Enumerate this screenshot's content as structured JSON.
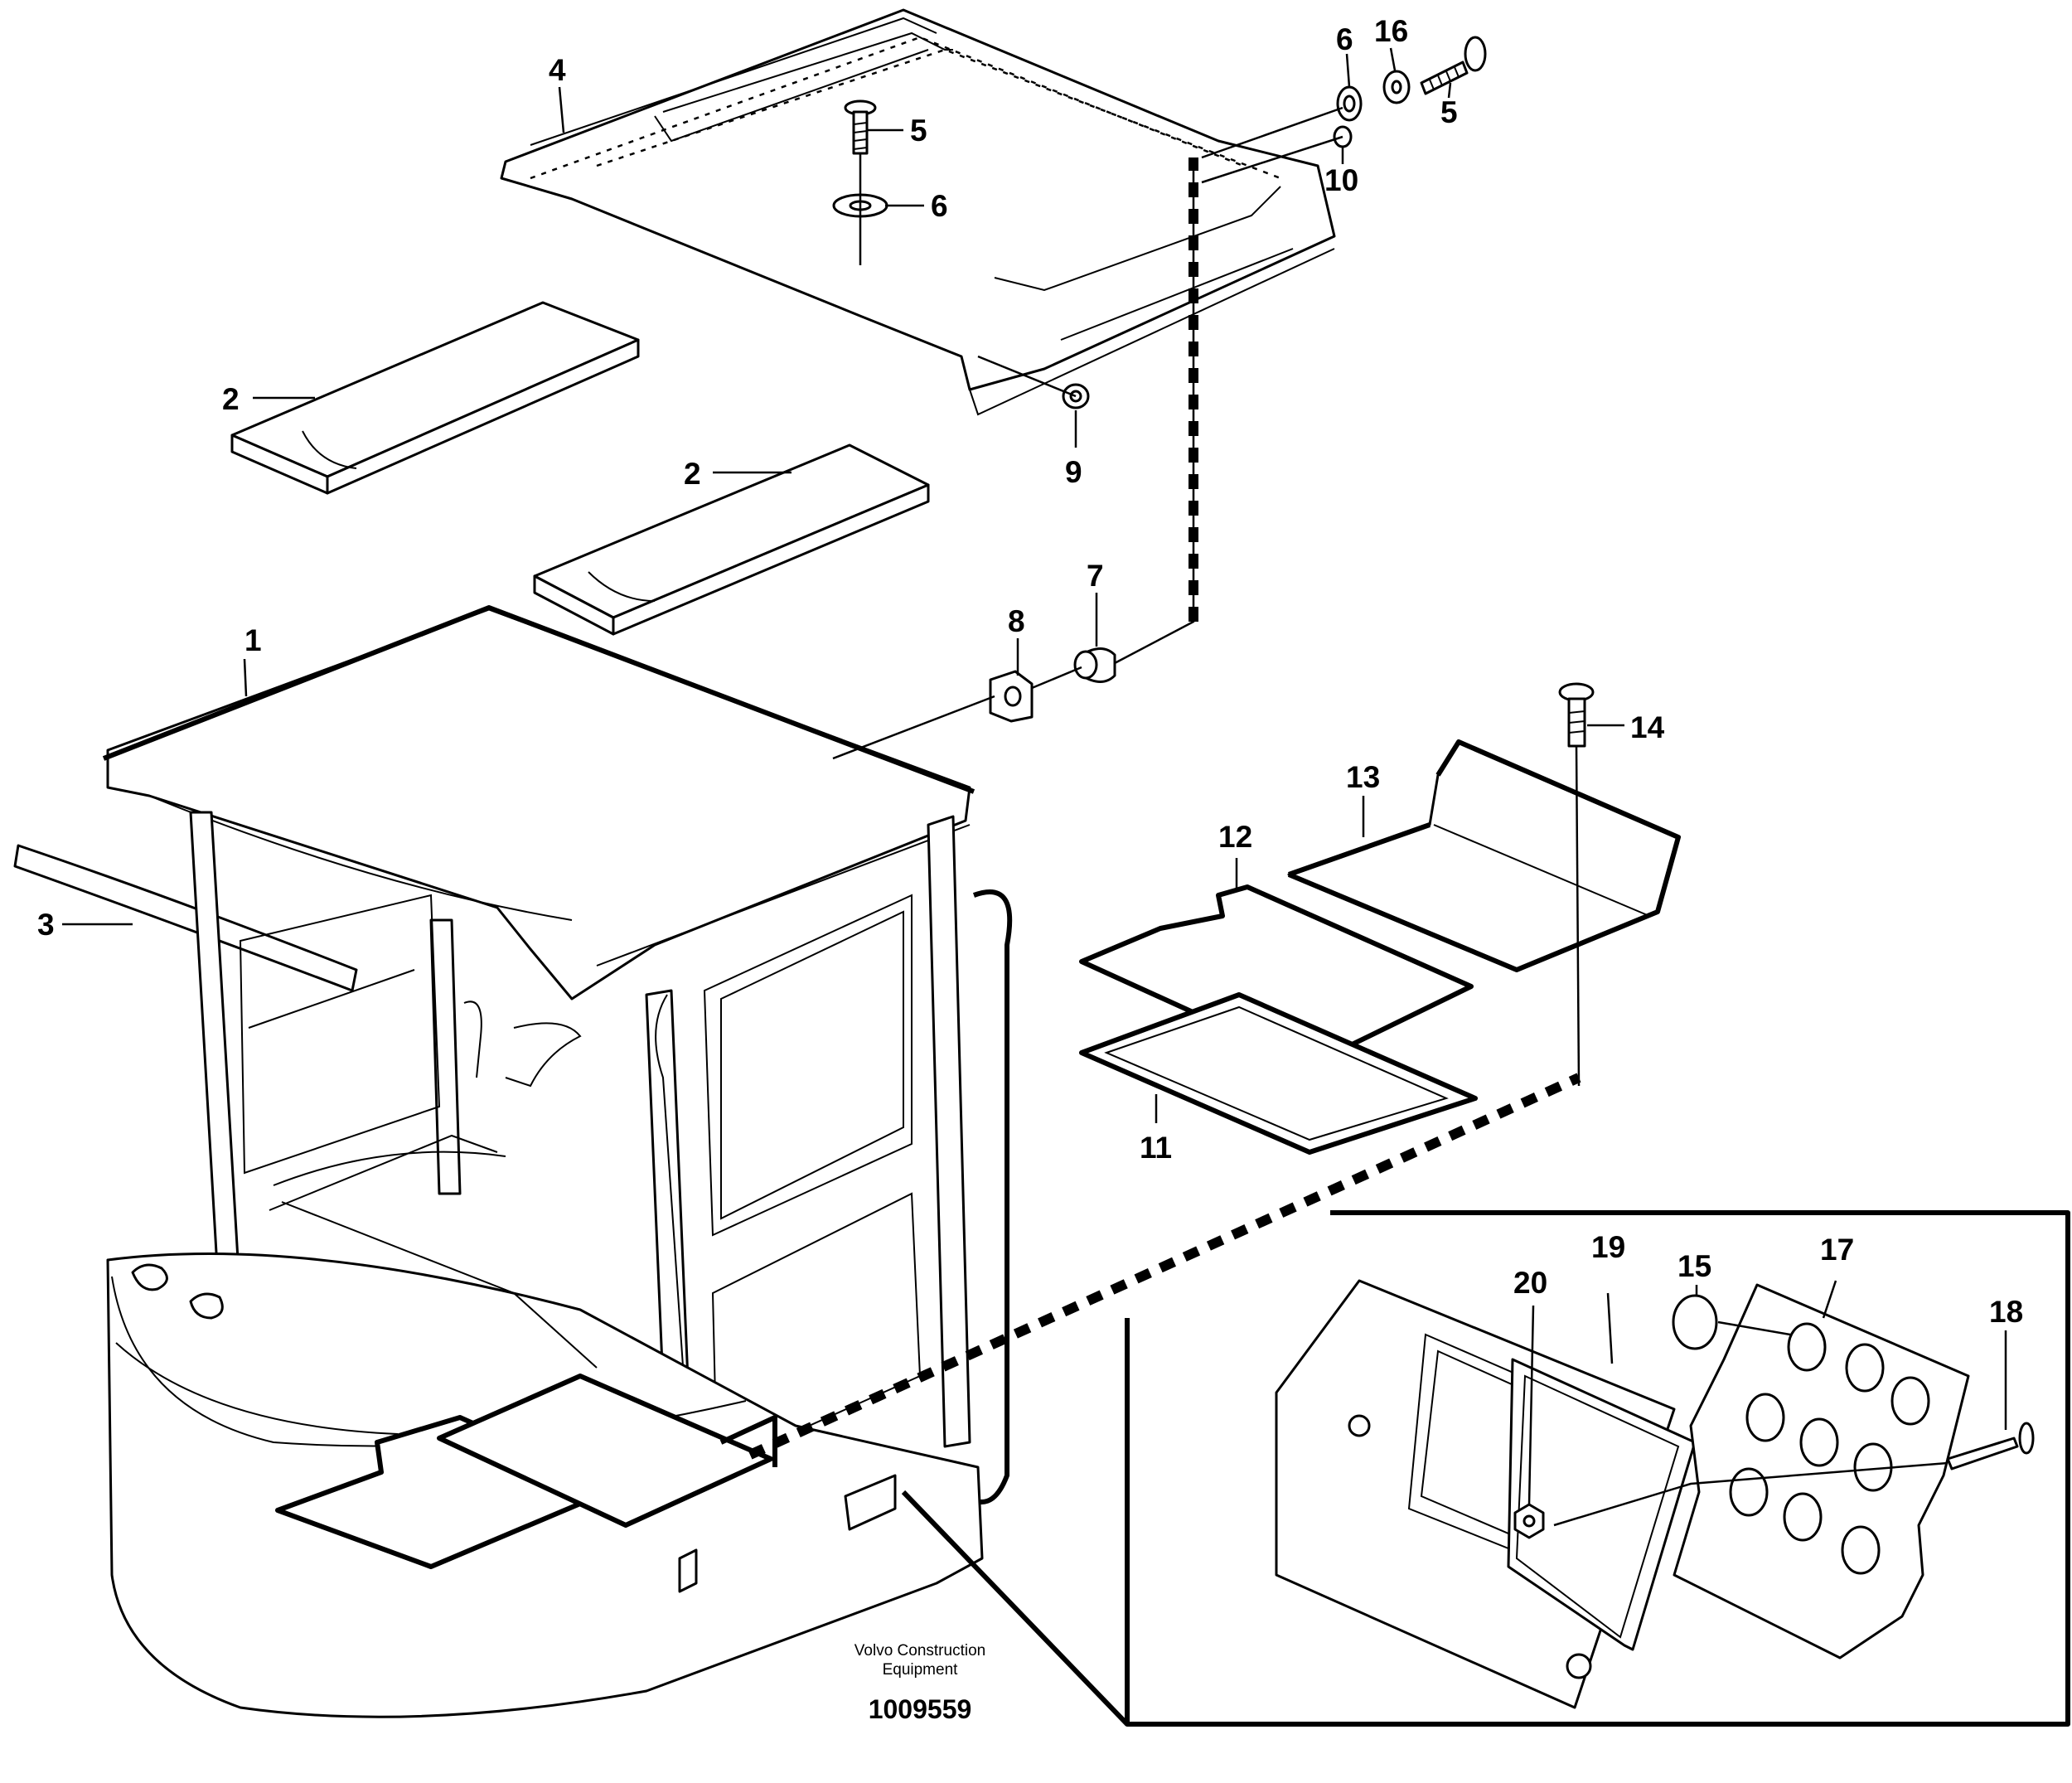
{
  "callouts": [
    {
      "id": "c1",
      "text": "1"
    },
    {
      "id": "c2a",
      "text": "2"
    },
    {
      "id": "c2b",
      "text": "2"
    },
    {
      "id": "c3",
      "text": "3"
    },
    {
      "id": "c4",
      "text": "4"
    },
    {
      "id": "c5a",
      "text": "5"
    },
    {
      "id": "c5b",
      "text": "5"
    },
    {
      "id": "c6a",
      "text": "6"
    },
    {
      "id": "c6b",
      "text": "6"
    },
    {
      "id": "c7",
      "text": "7"
    },
    {
      "id": "c8",
      "text": "8"
    },
    {
      "id": "c9",
      "text": "9"
    },
    {
      "id": "c10",
      "text": "10"
    },
    {
      "id": "c11",
      "text": "11"
    },
    {
      "id": "c12",
      "text": "12"
    },
    {
      "id": "c13",
      "text": "13"
    },
    {
      "id": "c14",
      "text": "14"
    },
    {
      "id": "c15",
      "text": "15"
    },
    {
      "id": "c16",
      "text": "16"
    },
    {
      "id": "c17",
      "text": "17"
    },
    {
      "id": "c18",
      "text": "18"
    },
    {
      "id": "c19",
      "text": "19"
    },
    {
      "id": "c20",
      "text": "20"
    }
  ],
  "footer": {
    "brand_line1": "Volvo Construction",
    "brand_line2": "Equipment",
    "document_number": "1009559"
  }
}
